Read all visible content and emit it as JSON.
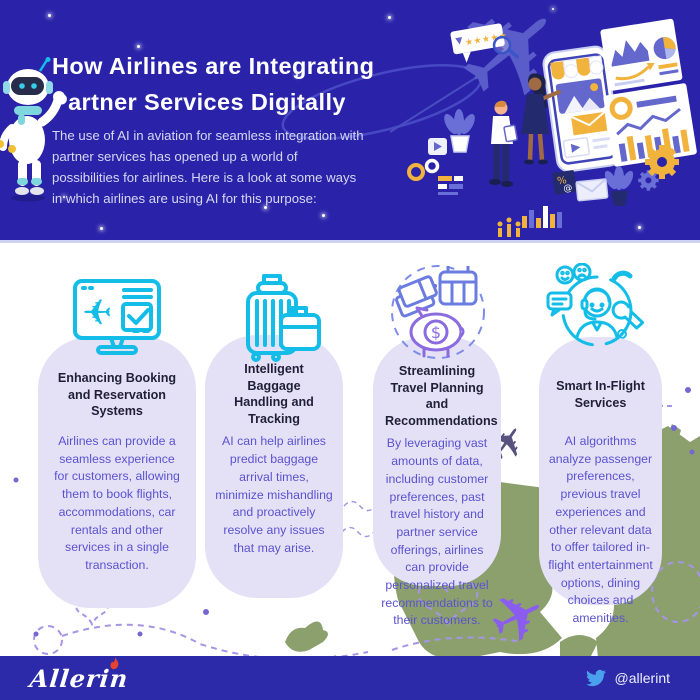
{
  "header": {
    "title_line1": "How Airlines are Integrating",
    "title_line2": "Partner Services Digitally",
    "subtitle": "The use of AI in aviation for seamless integration with partner services has opened up a world of possibilities for airlines. Here is a look at some ways in which airlines are using AI for this purpose:"
  },
  "cards": [
    {
      "icon": "booking-monitor-icon",
      "title": "Enhancing Booking and Reservation Systems",
      "body": "Airlines can provide a seamless experience for customers, allowing them to book flights, accommodations, car rentals and other services in a single transaction."
    },
    {
      "icon": "baggage-icon",
      "title": "Intelligent Baggage Handling and Tracking",
      "body": "AI can help airlines predict baggage arrival times, minimize mishandling and proactively resolve any issues that may arise."
    },
    {
      "icon": "travel-planning-piggybank-icon",
      "title": "Streamlining Travel Planning and Recommendations",
      "body": "By leveraging vast amounts of data, including customer preferences, past travel history and partner service offerings, airlines can provide personalized travel recommendations to their customers."
    },
    {
      "icon": "inflight-attendant-icon",
      "title": "Smart In-Flight Services",
      "body": "AI algorithms analyze passenger preferences, previous travel experiences and other relevant data to offer tailored in-flight entertainment options, dining choices and amenities."
    }
  ],
  "footer": {
    "brand": "Allerin",
    "twitter_icon": "twitter-bird-icon",
    "twitter_handle": "@allerint"
  },
  "decor_icons": [
    "robot-mascot-icon",
    "airplane-icon",
    "rating-card-icon",
    "magnifier-icon",
    "mobile-storefront-icon",
    "bar-chart-board-icon",
    "line-chart-board-icon",
    "pie-chart-icon",
    "gear-icon",
    "plant-icon",
    "percent-cube-icon",
    "envelope-icon",
    "world-map-shapes",
    "dashed-heart-icon",
    "purple-plane-icon"
  ],
  "colors": {
    "header_bg": "#2a23a9",
    "footer_bg": "#2c2aa9",
    "card_bg": "#e4e1f7",
    "card_title": "#211e38",
    "card_body_text": "#5a52cf",
    "icon_cyan": "#14bde8",
    "accent_yellow": "#f2b33d",
    "map_green": "#8ca06e",
    "plane_purple": "#8a5cf0",
    "logo_red": "#e8432c",
    "twitter_blue": "#4aa0ec"
  }
}
